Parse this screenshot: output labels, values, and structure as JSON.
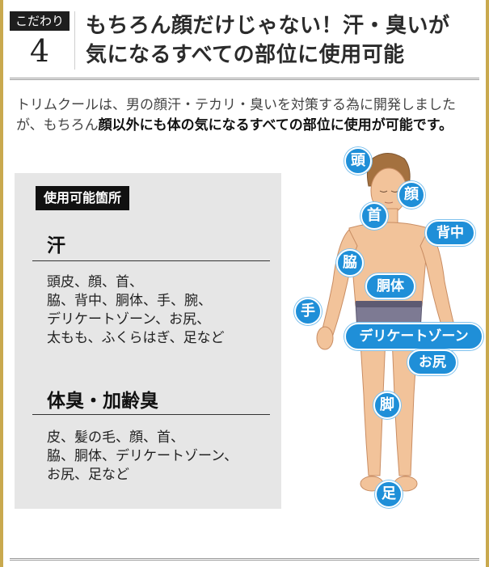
{
  "header": {
    "badge": "こだわり",
    "number": "4",
    "title_line1": "もちろん顔だけじゃない！汗・臭いが",
    "title_line2": "気になるすべての部位に使用可能"
  },
  "intro": {
    "text_plain": "トリムクールは、男の顔汗・テカリ・臭いを対策する為に開発しましたが、もちろん",
    "text_bold": "顔以外にも体の気になるすべての部位に使用が可能です。"
  },
  "usage_box": {
    "label": "使用可能箇所",
    "sections": [
      {
        "heading": "汗",
        "lines": [
          "頭皮、顔、首、",
          "脇、背中、胴体、手、腕、",
          "デリケートゾーン、お尻、",
          "太もも、ふくらはぎ、足など"
        ]
      },
      {
        "heading": "体臭・加齢臭",
        "lines": [
          "皮、髪の毛、顔、首、",
          "脇、胴体、デリケートゾーン、",
          "お尻、足など"
        ]
      }
    ]
  },
  "body_parts": {
    "head": "頭",
    "face": "顔",
    "neck": "首",
    "back": "背中",
    "armpit": "脇",
    "torso": "胴体",
    "hand": "手",
    "delicate_zone": "デリケートゾーン",
    "buttocks": "お尻",
    "leg": "脚",
    "foot": "足"
  },
  "colors": {
    "accent_blue": "#1f8fd8",
    "frame_gold": "#c9a94e",
    "box_gray": "#e6e6e6"
  }
}
